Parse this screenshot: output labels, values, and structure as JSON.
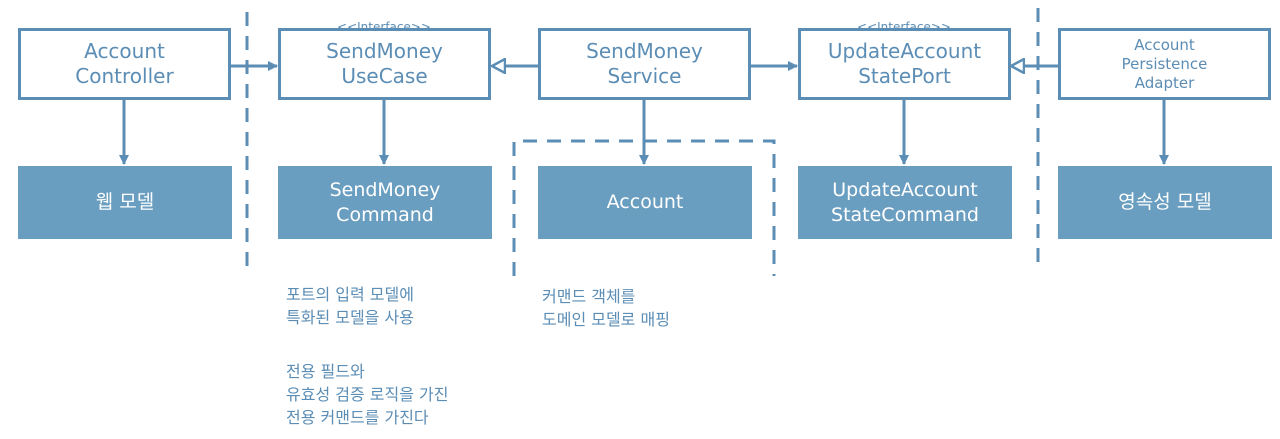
{
  "boxes": {
    "account_controller": [
      "Account",
      "Controller"
    ],
    "send_money_usecase": {
      "stereotype": "<<Interface>>",
      "lines": [
        "SendMoney",
        "UseCase"
      ]
    },
    "send_money_service": [
      "SendMoney",
      "Service"
    ],
    "update_account_state_port": {
      "stereotype": "<<Interface>>",
      "lines": [
        "UpdateAccount",
        "StatePort"
      ]
    },
    "account_persistence_adapter": [
      "Account",
      "Persistence",
      "Adapter"
    ]
  },
  "models": {
    "web_model": [
      "웹 모델"
    ],
    "send_money_command": [
      "SendMoney",
      "Command"
    ],
    "account": [
      "Account"
    ],
    "update_account_state_command": [
      "UpdateAccount",
      "StateCommand"
    ],
    "persistence_model": [
      "영속성 모델"
    ]
  },
  "notes": {
    "port_input_model": [
      "포트의 입력 모델에",
      "특화된 모델을 사용"
    ],
    "command_mapping": [
      "커맨드 객체를",
      "도메인 모델로 매핑"
    ],
    "dedicated_command": [
      "전용 필드와",
      "유효성 검증 로직을 가진",
      "전용 커맨드를 가진다"
    ]
  },
  "colors": {
    "line": "#5b8db5",
    "fill": "#6a9ec1",
    "fill_text": "#ffffff"
  }
}
